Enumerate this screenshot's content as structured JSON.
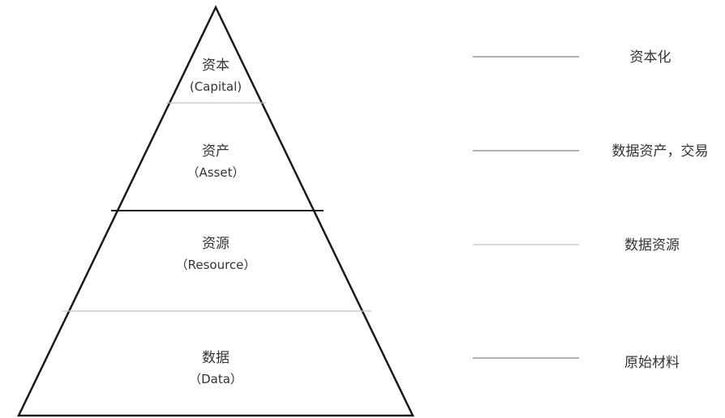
{
  "colors": {
    "outline": "#1a1a1a",
    "divider_light": "#bfbfbf",
    "divider_dark": "#1a1a1a",
    "connector": "#7f7f7f",
    "text": "#333333"
  },
  "pyramid": {
    "layers": [
      {
        "name": "资本",
        "en": "(Capital)",
        "side_label": "资本化"
      },
      {
        "name": "资产",
        "en": "（Asset）",
        "side_label": "数据资产，交易"
      },
      {
        "name": "资源",
        "en": "（Resource）",
        "side_label": "数据资源"
      },
      {
        "name": "数据",
        "en": "（Data）",
        "side_label": "原始材料"
      }
    ]
  }
}
